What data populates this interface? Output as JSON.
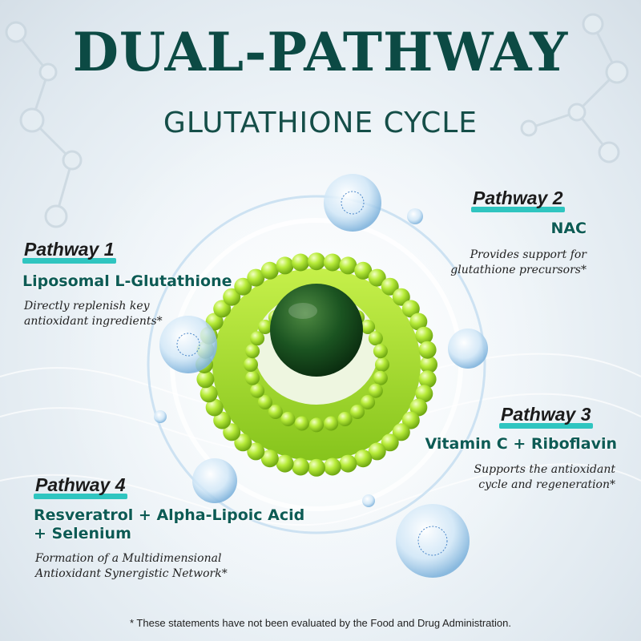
{
  "title": "DUAL-PATHWAY",
  "subtitle": "GLUTATHIONE CYCLE",
  "pathways": [
    {
      "tag": "Pathway 1",
      "name": "Liposomal L-Glutathione",
      "desc_lines": [
        "Directly replenish key",
        "antioxidant ingredients*"
      ]
    },
    {
      "tag": "Pathway 2",
      "name": "NAC",
      "desc_lines": [
        "Provides support for",
        "glutathione precursors*"
      ]
    },
    {
      "tag": "Pathway 3",
      "name": "Vitamin C + Riboflavin",
      "desc_lines": [
        "Supports the antioxidant",
        "cycle and regeneration*"
      ]
    },
    {
      "tag": "Pathway 4",
      "name_lines": [
        "Resveratrol + Alpha-Lipoic Acid",
        "+ Selenium"
      ],
      "desc_lines": [
        "Formation of a Multidimensional",
        "Antioxidant Synergistic Network*"
      ]
    }
  ],
  "disclaimer": "* These statements have not been evaluated by the Food and Drug Administration.",
  "colors": {
    "title": "#0c4a44",
    "accent_bar": "#2fc5c0",
    "liposome": "#a6e22b",
    "core": "#1a5a2a"
  }
}
